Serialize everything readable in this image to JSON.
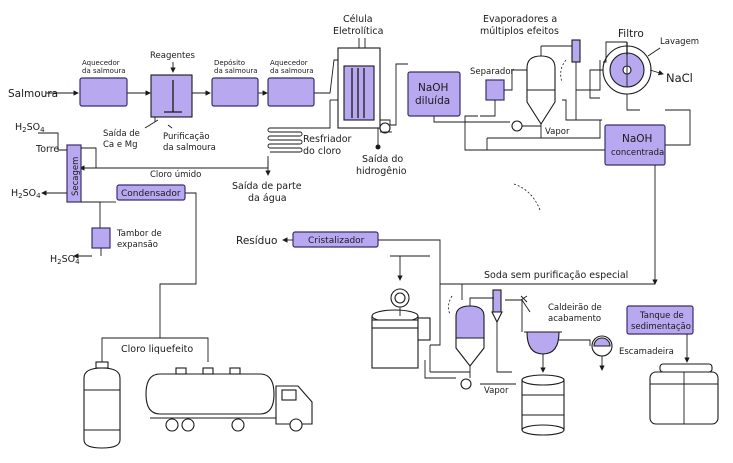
{
  "labels": {
    "salmoura": "Salmoura",
    "aquecedor1_l1": "Aquecedor",
    "aquecedor1_l2": "da salmoura",
    "reagentes": "Reagentes",
    "deposito_l1": "Depósito",
    "deposito_l2": "da salmoura",
    "aquecedor2_l1": "Aquecedor",
    "aquecedor2_l2": "da salmoura",
    "celula_l1": "Célula",
    "celula_l2": "Eletrolítica",
    "evap_l1": "Evaporadores a",
    "evap_l2": "múltiplos efeitos",
    "filtro": "Filtro",
    "lavagem": "Lavagem",
    "nacl": "NaCl",
    "separador": "Separador",
    "naoh_diluida_l1": "NaOH",
    "naoh_diluida_l2": "diluída",
    "vapor1": "Vapor",
    "naoh_conc_l1": "NaOH",
    "naoh_conc_l2": "concentrada",
    "h2so4_top_main": "H",
    "h2so4_sub2": "2",
    "h2so4_so": "SO",
    "h2so4_sub4": "4",
    "torre": "Torre",
    "secagem": "Secagem",
    "saida_ca_l1": "Saída de",
    "saida_ca_l2": "Ca e Mg",
    "purificacao_l1": "Purificação",
    "purificacao_l2": "da salmoura",
    "resfriador_l1": "Resfriador",
    "resfriador_l2": "do cloro",
    "saida_hidrogenio_l1": "Saída do",
    "saida_hidrogenio_l2": "hidrogênio",
    "cloro_umido": "Cloro úmido",
    "saida_agua_l1": "Saída de parte",
    "saida_agua_l2": "da água",
    "condensador": "Condensador",
    "tambor_l1": "Tambor de",
    "tambor_l2": "expansão",
    "residuo": "Resíduo",
    "cristalizador": "Cristalizador",
    "soda_especial": "Soda sem purificação especial",
    "tanque_l1": "Tanque de",
    "tanque_l2": "sedimentação",
    "caldeirao_l1": "Caldeirão de",
    "caldeirao_l2": "acabamento",
    "escamadeira": "Escamadeira",
    "cloro_liquefeito": "Cloro liquefeito",
    "vapor2": "Vapor"
  }
}
